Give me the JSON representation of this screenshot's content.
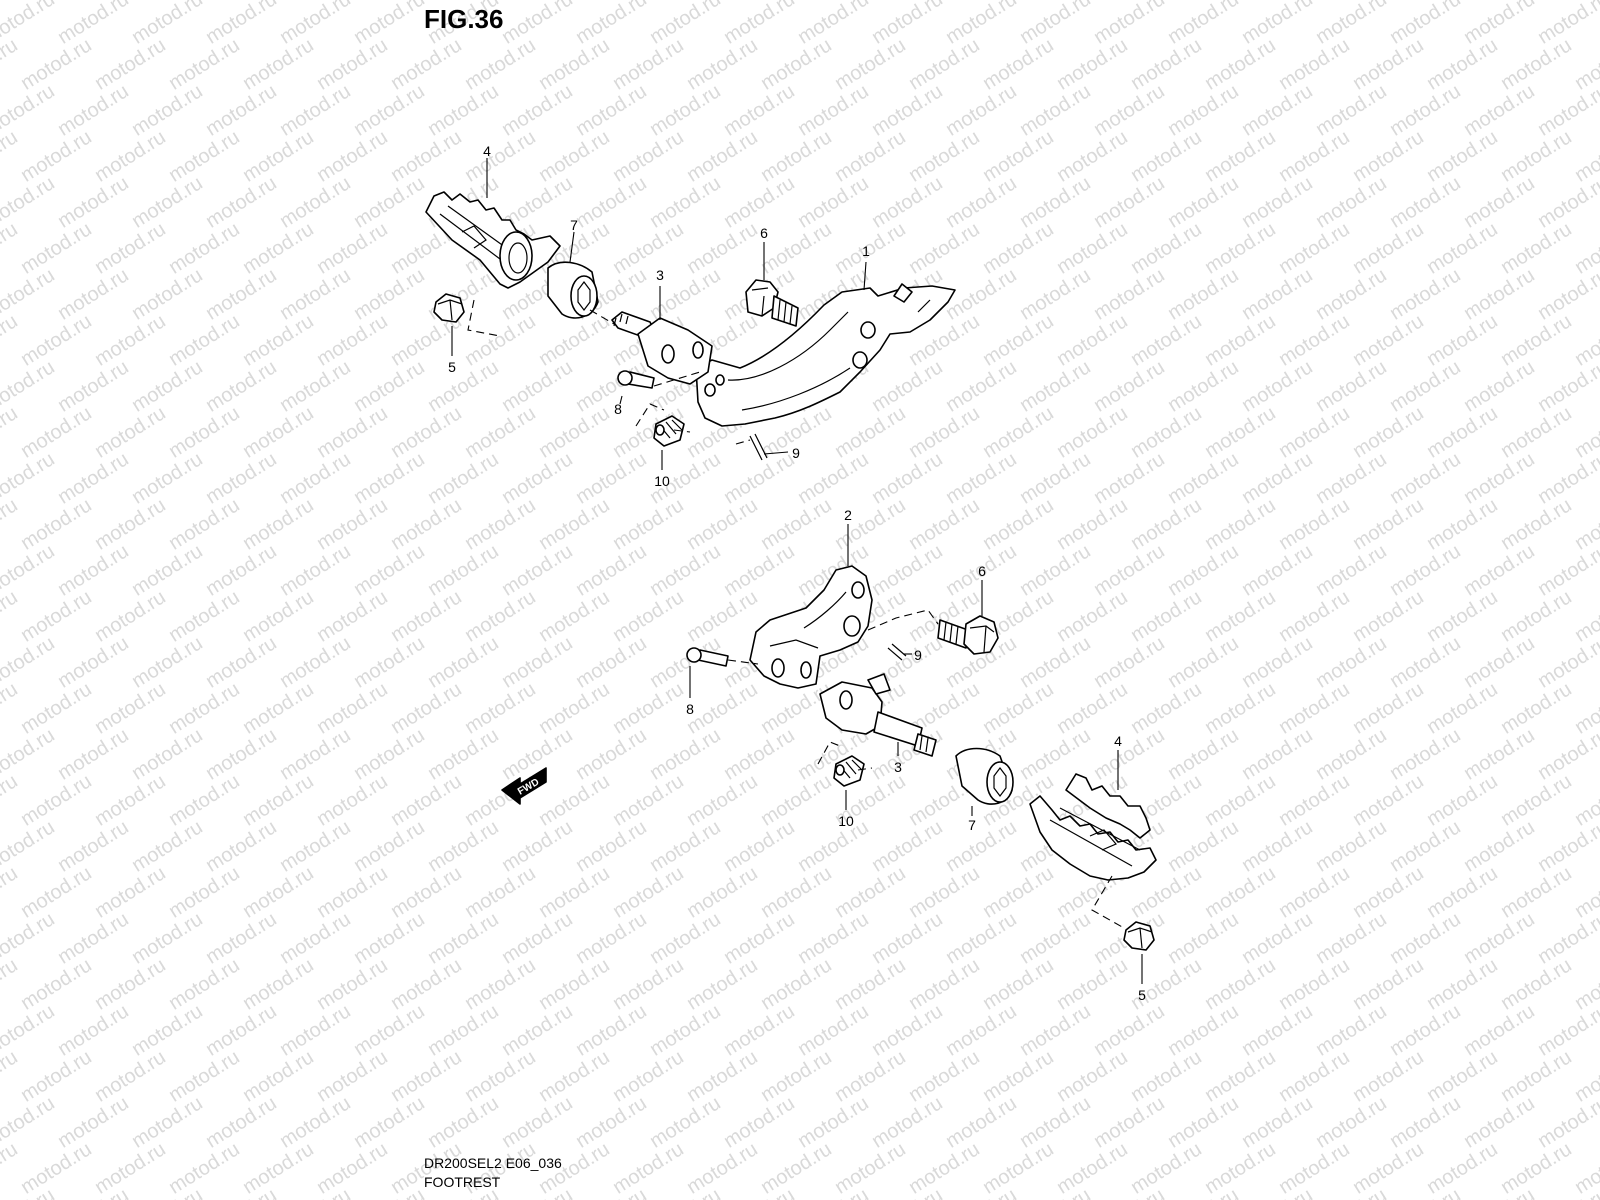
{
  "figure_title": "FIG.36",
  "watermark_text": "motod.ru",
  "footer": {
    "model_code": "DR200SEL2 E06_036",
    "section_name": "FOOTREST"
  },
  "direction_label": "FWD",
  "callouts": {
    "upper": {
      "c1": "1",
      "c3": "3",
      "c4": "4",
      "c5": "5",
      "c6": "6",
      "c7": "7",
      "c8": "8",
      "c9": "9",
      "c10": "10"
    },
    "lower": {
      "c2": "2",
      "c3": "3",
      "c4": "4",
      "c5": "5",
      "c6": "6",
      "c7": "7",
      "c8": "8",
      "c9": "9",
      "c10": "10"
    }
  }
}
